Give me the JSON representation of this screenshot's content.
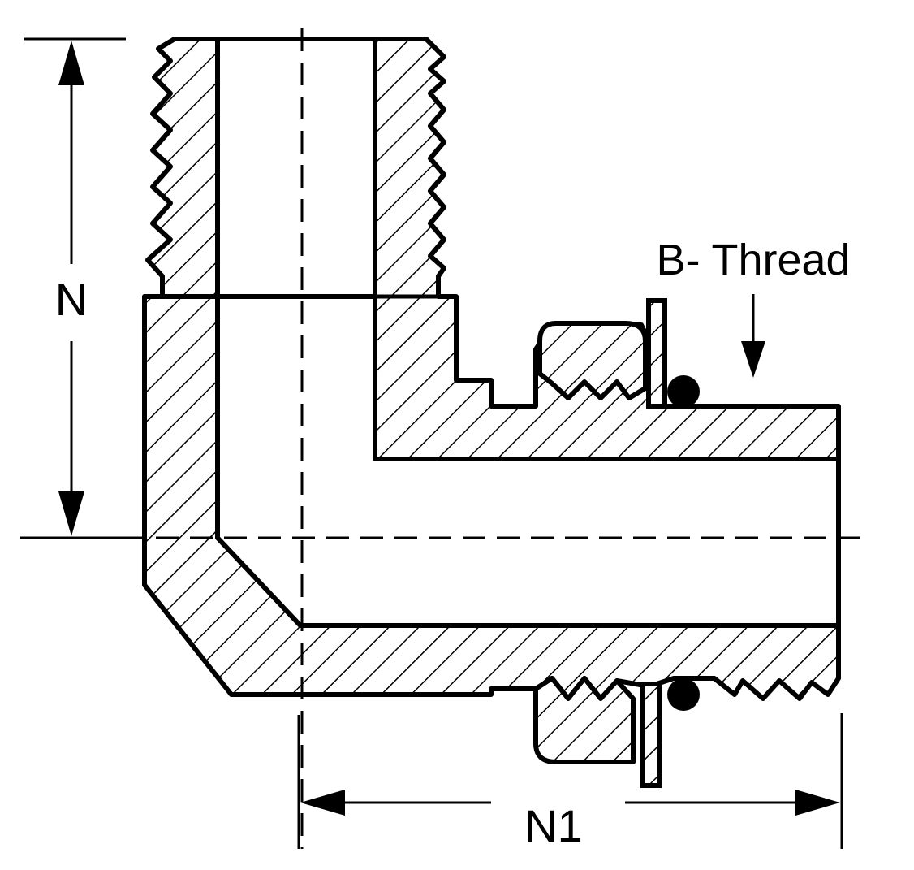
{
  "labels": {
    "height_dimension": "N",
    "width_dimension": "N1",
    "thread_callout": "B- Thread"
  }
}
